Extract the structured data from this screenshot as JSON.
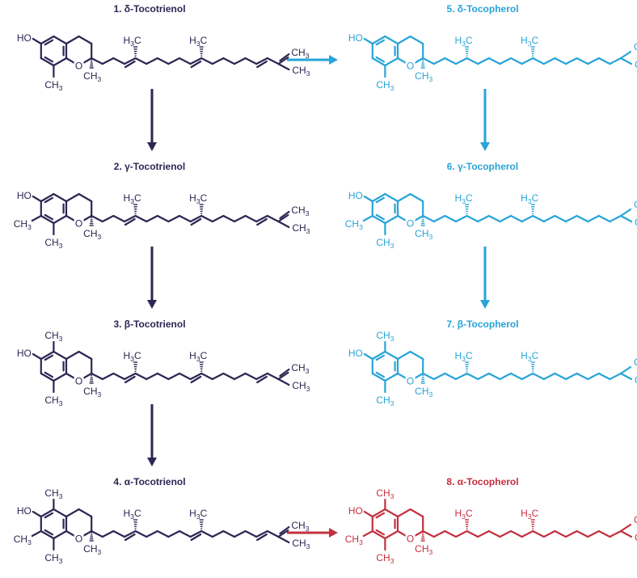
{
  "colors": {
    "trienol": "#2b2653",
    "tocopherol": "#28a4d8",
    "alpha_tocopherol": "#c2303f"
  },
  "compounds": [
    {
      "title": "1. δ-Tocotrienol",
      "tail": "trienol",
      "color_key": "trienol",
      "methyls": {
        "c5": false,
        "c7": false,
        "c8": true
      }
    },
    {
      "title": "2. γ-Tocotrienol",
      "tail": "trienol",
      "color_key": "trienol",
      "methyls": {
        "c5": false,
        "c7": true,
        "c8": true
      }
    },
    {
      "title": "3. β-Tocotrienol",
      "tail": "trienol",
      "color_key": "trienol",
      "methyls": {
        "c5": true,
        "c7": false,
        "c8": true
      }
    },
    {
      "title": "4. α-Tocotrienol",
      "tail": "trienol",
      "color_key": "trienol",
      "methyls": {
        "c5": true,
        "c7": true,
        "c8": true
      }
    },
    {
      "title": "5. δ-Tocopherol",
      "tail": "tocopherol",
      "color_key": "tocopherol",
      "methyls": {
        "c5": false,
        "c7": false,
        "c8": true
      }
    },
    {
      "title": "6. γ-Tocopherol",
      "tail": "tocopherol",
      "color_key": "tocopherol",
      "methyls": {
        "c5": false,
        "c7": true,
        "c8": true
      }
    },
    {
      "title": "7. β-Tocopherol",
      "tail": "tocopherol",
      "color_key": "tocopherol",
      "methyls": {
        "c5": true,
        "c7": false,
        "c8": true
      }
    },
    {
      "title": "8. α-Tocopherol",
      "tail": "tocopherol",
      "color_key": "alpha_tocopherol",
      "methyls": {
        "c5": true,
        "c7": true,
        "c8": true
      }
    }
  ],
  "labels": {
    "hydroxyl": "HO",
    "oxygen": "O",
    "methyl": "CH",
    "methyl_sub": "3",
    "methyl_branch": "H",
    "methyl_branch_sub": "3",
    "methyl_branch_tail": "C"
  },
  "arrows": [
    {
      "from": 0,
      "to": 1,
      "color_key": "trienol"
    },
    {
      "from": 1,
      "to": 2,
      "color_key": "trienol"
    },
    {
      "from": 2,
      "to": 3,
      "color_key": "trienol"
    },
    {
      "from": 0,
      "to": 4,
      "color_key": "tocopherol"
    },
    {
      "from": 4,
      "to": 5,
      "color_key": "tocopherol"
    },
    {
      "from": 5,
      "to": 6,
      "color_key": "tocopherol"
    },
    {
      "from": 3,
      "to": 7,
      "color_key": "alpha_tocopherol"
    }
  ]
}
